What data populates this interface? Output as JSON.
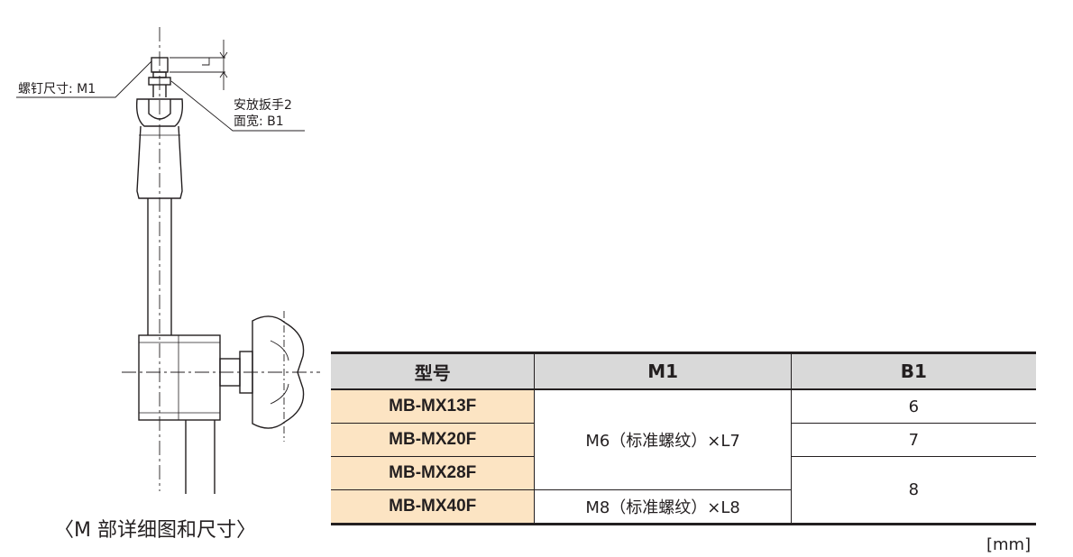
{
  "labels": {
    "screw_size": "螺钉尺寸: M1",
    "wrench_line1": "安放扳手2",
    "wrench_line2": "面宽: B1",
    "caption": "〈M 部详细图和尺寸〉"
  },
  "table": {
    "headers": [
      "型号",
      "M1",
      "B1"
    ],
    "models": [
      "MB-MX13F",
      "MB-MX20F",
      "MB-MX28F",
      "MB-MX40F"
    ],
    "m1_values": [
      "M6（标准螺纹）×L7",
      "M8（标准螺纹）×L8"
    ],
    "b1_values": [
      "6",
      "7",
      "8"
    ]
  },
  "unit": "[mm]",
  "colors": {
    "header_bg": "#d9d9d9",
    "model_bg": "#fce4c3",
    "ink": "#231f20"
  }
}
